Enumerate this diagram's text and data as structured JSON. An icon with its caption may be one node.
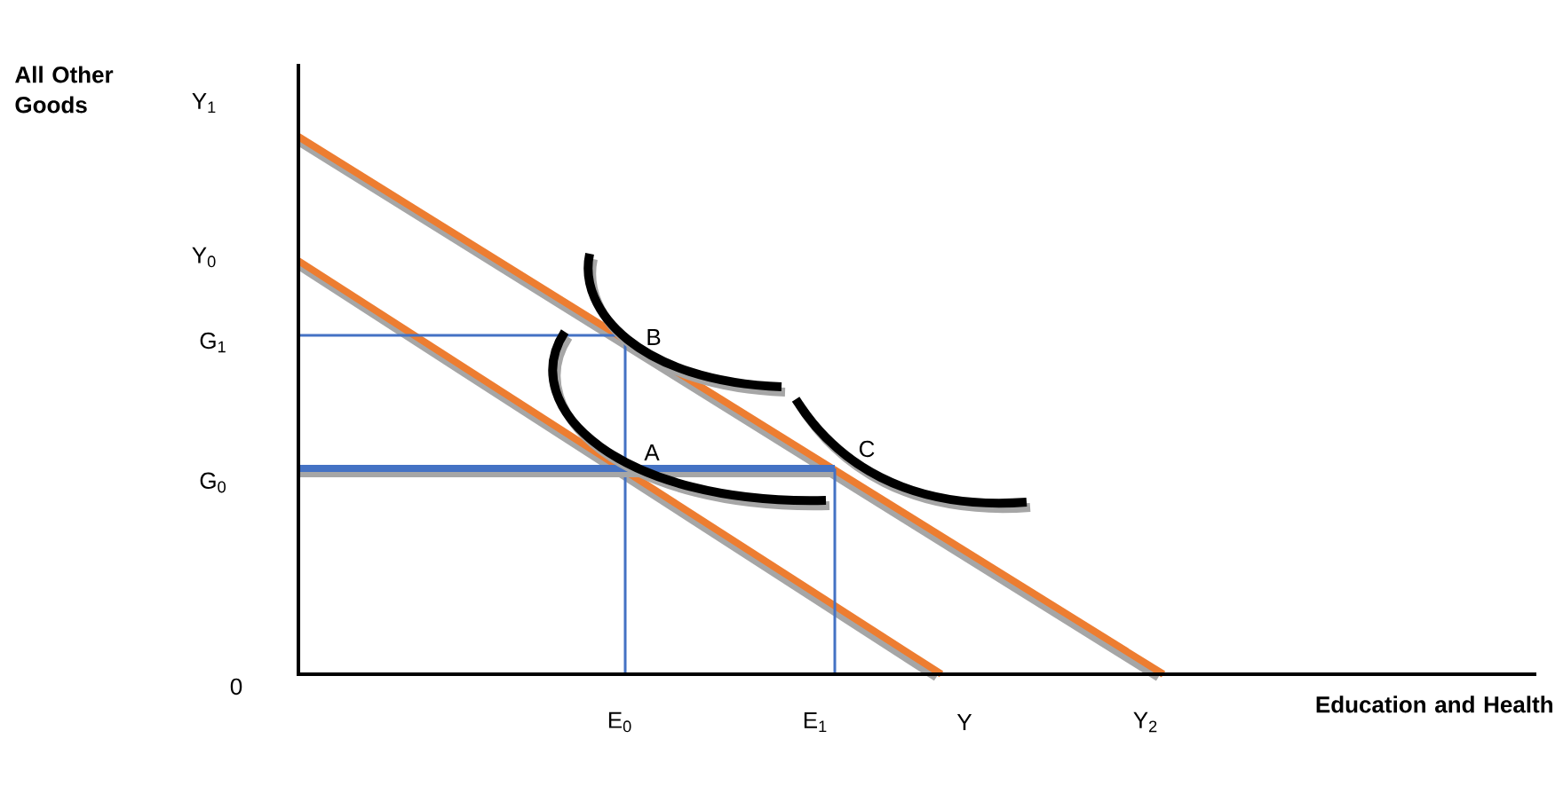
{
  "diagram": {
    "labels": [
      "All Other Goods",
      "Y$_{1}$",
      "Y$_{0}$",
      "G$_{1}$",
      "B",
      "A",
      "C",
      "G$_{0}$",
      "0",
      "E$_{0}$",
      "E$_{1}$",
      "Y",
      "Y$_{2}$",
      "Education and Health"
    ]
  }
}
